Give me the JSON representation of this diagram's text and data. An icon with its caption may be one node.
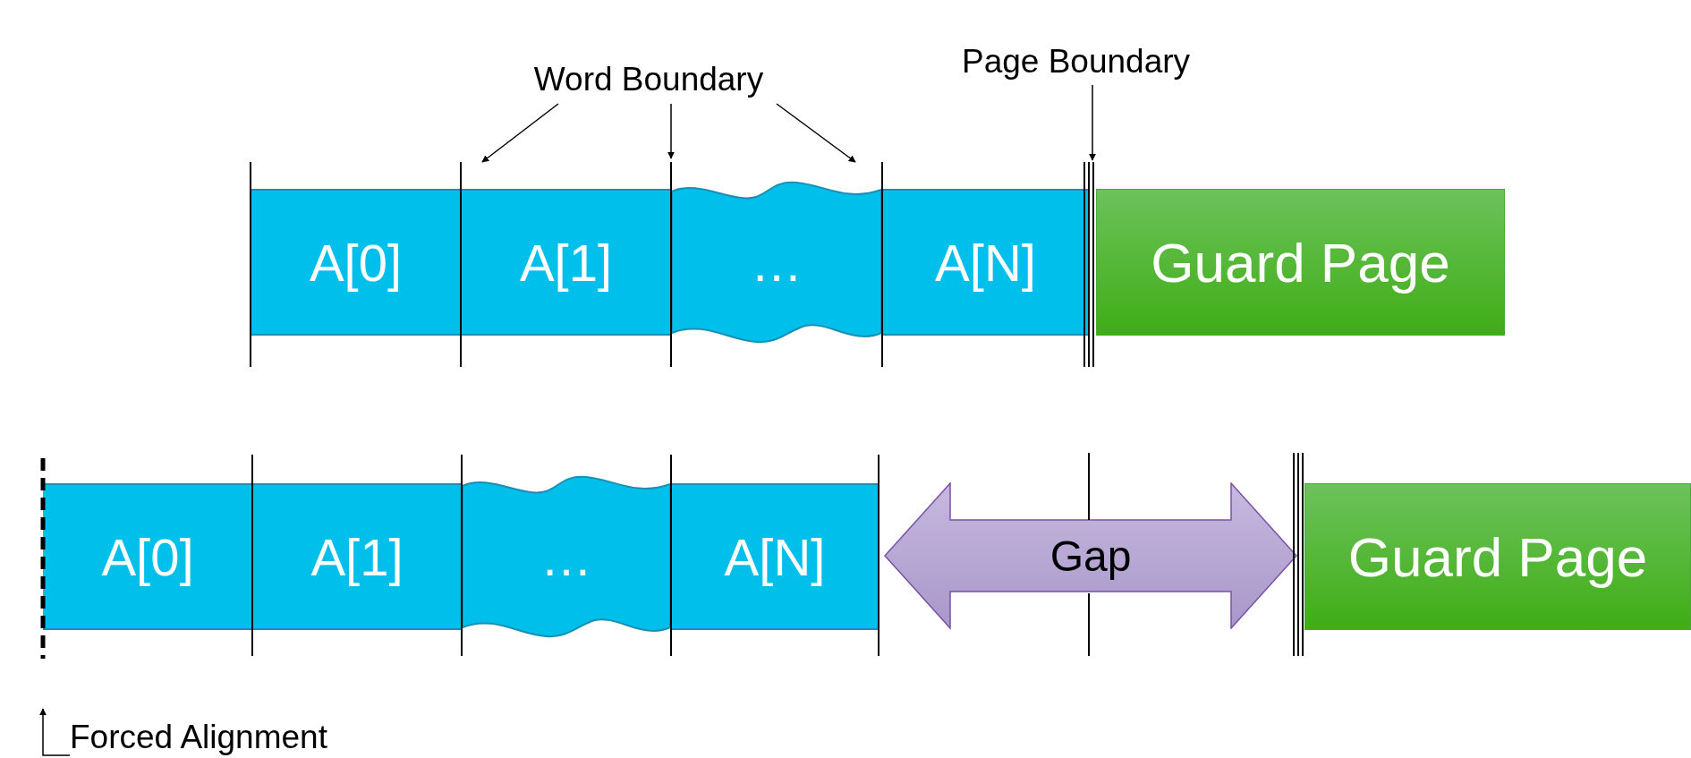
{
  "diagram": {
    "nodes": [
      {
        "text": [
          "Word Boundary"
        ]
      },
      {
        "text": [
          "Page Boundary"
        ]
      },
      {
        "text": [
          "A[0]"
        ]
      },
      {
        "text": [
          "A[1]"
        ]
      },
      {
        "text": [
          "…"
        ]
      },
      {
        "text": [
          "A[N]"
        ]
      },
      {
        "text": [
          "Guard Page"
        ]
      },
      {
        "text": [
          "A[0]"
        ]
      },
      {
        "text": [
          "A[1]"
        ]
      },
      {
        "text": [
          "…"
        ]
      },
      {
        "text": [
          "A[N]"
        ]
      },
      {
        "text": [
          "Gap"
        ]
      },
      {
        "text": [
          "Guard Page"
        ]
      },
      {
        "text": [
          "Forced Alignment"
        ]
      }
    ],
    "edges": [
      {
        "from": 0,
        "to": 3,
        "arrow": "to"
      },
      {
        "from": 0,
        "to": 3,
        "arrow": "to"
      },
      {
        "from": 0,
        "to": 4,
        "arrow": "to"
      },
      {
        "from": 1,
        "to": 5,
        "arrow": "to"
      },
      {
        "from": 13,
        "to": null,
        "arrow": "to"
      }
    ]
  }
}
